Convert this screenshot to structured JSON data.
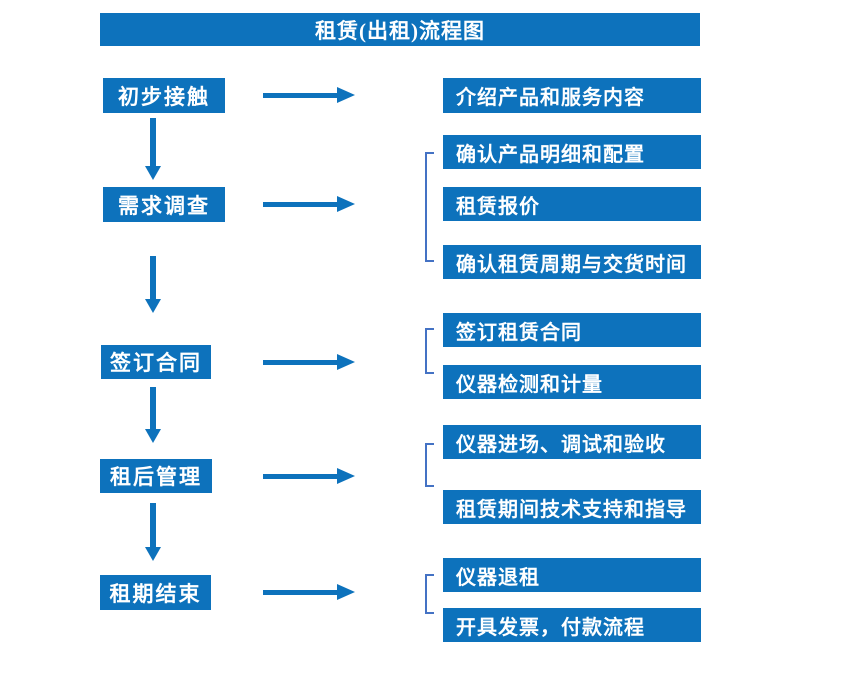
{
  "title": "租赁(出租)流程图",
  "colors": {
    "primary_blue": "#0d72bc",
    "bracket_blue": "#4472c4",
    "text_white": "#ffffff",
    "background": "#ffffff"
  },
  "chart_data": {
    "type": "flowchart",
    "title": "租赁(出租)流程图",
    "direction": "top-to-bottom main flow, left-to-right detail branches"
  },
  "steps": [
    {
      "label": "初步接触",
      "details": [
        "介绍产品和服务内容"
      ]
    },
    {
      "label": "需求调查",
      "details": [
        "确认产品明细和配置",
        "租赁报价",
        "确认租赁周期与交货时间"
      ]
    },
    {
      "label": "签订合同",
      "details": [
        "签订租赁合同",
        "仪器检测和计量"
      ]
    },
    {
      "label": "租后管理",
      "details": [
        "仪器进场、调试和验收",
        "租赁期间技术支持和指导"
      ]
    },
    {
      "label": "租期结束",
      "details": [
        "仪器退租",
        "开具发票，付款流程"
      ]
    }
  ]
}
